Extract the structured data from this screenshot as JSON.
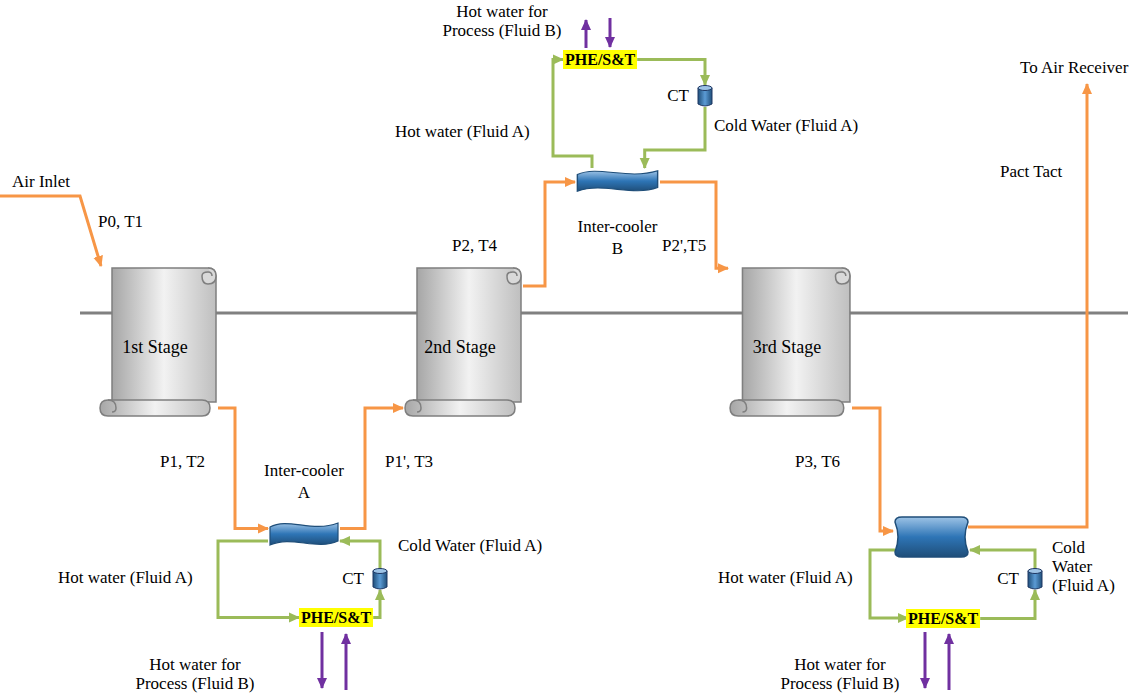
{
  "diagram": {
    "nodes": [
      {
        "text": [
          "1st Stage"
        ]
      },
      {
        "text": [
          "2nd Stage"
        ]
      },
      {
        "text": [
          "3rd Stage"
        ]
      },
      {
        "text": [
          "Inter-cooler A"
        ]
      },
      {
        "text": [
          "Inter-cooler B"
        ]
      },
      {
        "text": [
          "PHE/S&T"
        ]
      },
      {
        "text": [
          "CT"
        ]
      },
      {
        "text": [
          "PHE/S&T"
        ]
      },
      {
        "text": [
          "CT"
        ]
      },
      {
        "text": [
          "PHE/S&T"
        ]
      },
      {
        "text": [
          "CT"
        ]
      }
    ],
    "edges": [
      {
        "from": 0,
        "to": 3,
        "arrow": "to"
      },
      {
        "from": 3,
        "to": 1,
        "arrow": "to"
      },
      {
        "from": 1,
        "to": 4,
        "arrow": "to"
      },
      {
        "from": 4,
        "to": 2,
        "arrow": "to"
      },
      {
        "from": 3,
        "to": 5,
        "arrow": "to"
      },
      {
        "from": 5,
        "to": 6,
        "arrow": "to"
      },
      {
        "from": 6,
        "to": 3,
        "arrow": "to"
      },
      {
        "from": 4,
        "to": 7,
        "arrow": "to"
      },
      {
        "from": 7,
        "to": 8,
        "arrow": "to"
      },
      {
        "from": 8,
        "to": 4,
        "arrow": "to"
      },
      {
        "from": 9,
        "to": 10,
        "arrow": "to"
      }
    ],
    "labels": [
      "Air Inlet",
      "P0, T1",
      "Hot water for Process (Fluid B)",
      "Hot water (Fluid A)",
      "Cold Water (Fluid A)",
      "To Air Receiver",
      "Pact Tact",
      "P2, T4",
      "P2',T5",
      "P1, T2",
      "P1', T3",
      "P3, T6",
      "Cold Water (Fluid A)",
      "Hot water (Fluid A)",
      "Hot water (Fluid A)",
      "Cold Water (Fluid A)",
      "Hot water for Process (Fluid B)",
      "Hot water for Process (Fluid B)"
    ]
  }
}
